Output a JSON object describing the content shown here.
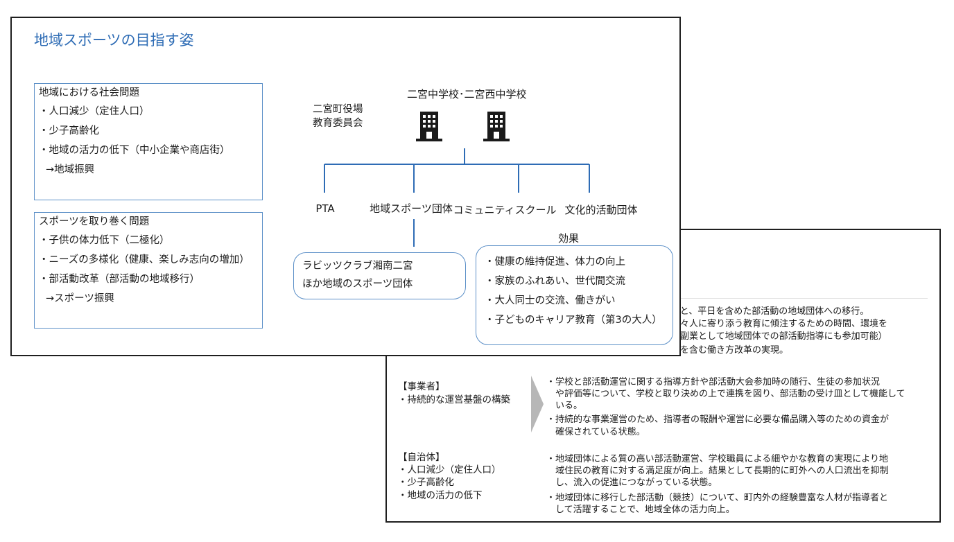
{
  "front_slide": {
    "title": "地域スポーツの目指す姿",
    "box_social": {
      "heading": "地域における社会問題",
      "items": [
        "・人口減少（定住人口）",
        "・少子高齢化",
        "・地域の活力の低下（中小企業や商店街）",
        "→地域振興"
      ]
    },
    "box_sports": {
      "heading": "スポーツを取り巻く問題",
      "items": [
        "・子供の体力低下（二極化）",
        "・ニーズの多様化（健康、楽しみ志向の増加）",
        "・部活動改革（部活動の地域移行）",
        "→スポーツ振興"
      ]
    },
    "town_office": [
      "二宮町役場",
      "教育委員会"
    ],
    "schools_label": "二宮中学校･二宮西中学校",
    "school_icons": [
      "building-icon",
      "building-icon"
    ],
    "nodes": [
      "PTA",
      "地域スポーツ団体",
      "コミュニティスクール",
      "文化的活動団体"
    ],
    "clubs_box": [
      "ラビッツクラブ湘南二宮",
      "ほか地域のスポーツ団体"
    ],
    "effects_label": "効果",
    "effects": [
      "・健康の維持促進、体力の向上",
      "・家族のふれあい、世代間交流",
      "・大人同士の交流、働きがい",
      "・子どものキャリア教育（第3の大人）"
    ],
    "colors": {
      "accent": "#2e6cb5",
      "line": "#2e6cb5",
      "box_border": "#5b8fc7"
    }
  },
  "back_slide": {
    "partial_lines": [
      "もと、平日を含めた部活動の地域団体への移行。",
      "個々人に寄り添う教育に傾注するための時間、環境を",
      "本副業として地域団体での部活動指導にも参加可能）",
      "正を含む働き方改革の実現。"
    ],
    "business": {
      "heading": "【事業者】",
      "item": "・持続的な運営基盤の構築",
      "details": [
        "・学校と部活動運営に関する指導方針や部活動大会参加時の随行、生徒の参加状況",
        "　や評価等について、学校と取り決めの上で連携を図り、部活動の受け皿として機能して",
        "　いる。",
        "・持続的な事業運営のため、指導者の報酬や運営に必要な備品購入等のための資金が",
        "　確保されている状態。"
      ]
    },
    "municipality": {
      "heading": "【自治体】",
      "items": [
        "・人口減少（定住人口）",
        "・少子高齢化",
        "・地域の活力の低下"
      ],
      "details": [
        "・地域団体による質の高い部活動運営、学校職員による細やかな教育の実現により地",
        "　域住民の教育に対する満足度が向上。結果として長期的に町外への人口流出を抑制",
        "　し、流入の促進につながっている状態。",
        "・地域団体に移行した部活動（競技）について、町内外の経験豊富な人材が指導者と",
        "　して活躍することで、地域全体の活力向上。"
      ]
    }
  }
}
